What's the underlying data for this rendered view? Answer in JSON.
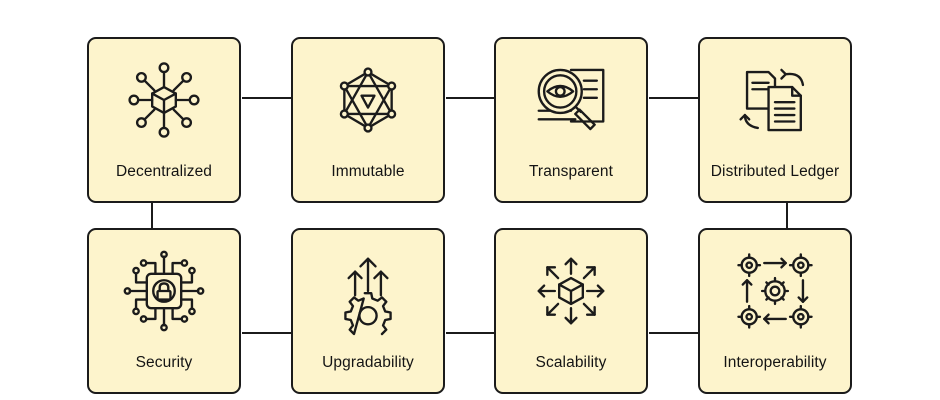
{
  "diagram": {
    "cards": [
      {
        "label": "Decentralized",
        "icon": "network-cube-icon"
      },
      {
        "label": "Immutable",
        "icon": "geometric-triangle-icon"
      },
      {
        "label": "Transparent",
        "icon": "magnifier-eye-icon"
      },
      {
        "label": "Distributed Ledger",
        "icon": "documents-sync-icon"
      },
      {
        "label": "Security",
        "icon": "circuit-lock-icon"
      },
      {
        "label": "Upgradability",
        "icon": "gear-arrows-up-icon"
      },
      {
        "label": "Scalability",
        "icon": "cube-expand-icon"
      },
      {
        "label": "Interoperability",
        "icon": "gears-cycle-icon"
      }
    ],
    "colors": {
      "card_fill": "#fdf4cc",
      "stroke": "#1b1b1b"
    }
  }
}
